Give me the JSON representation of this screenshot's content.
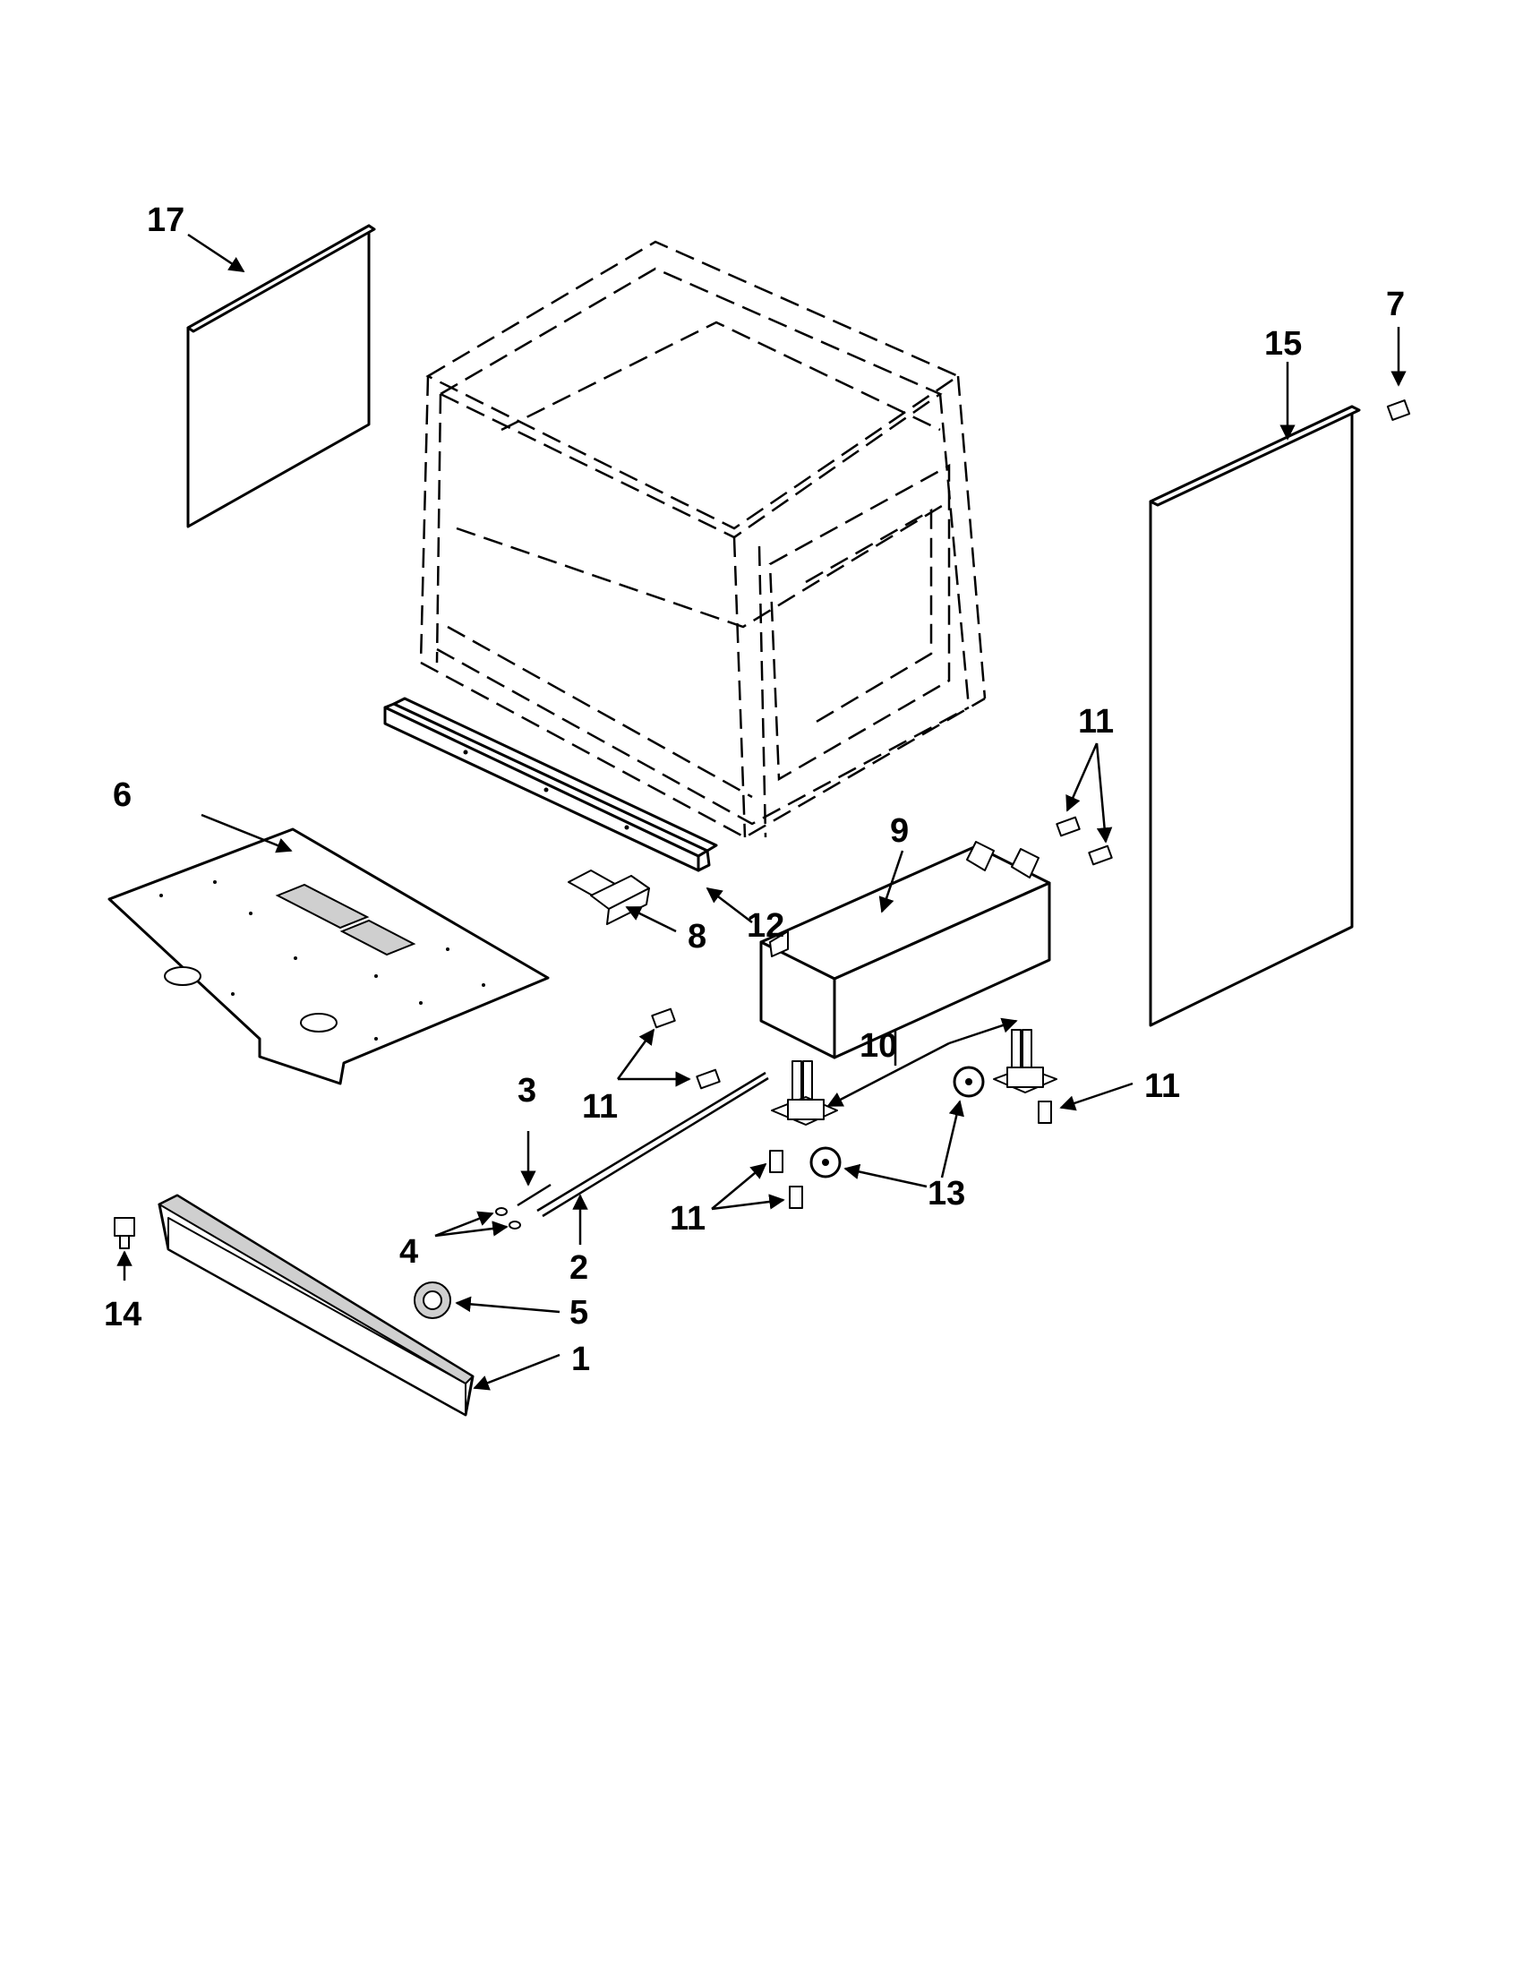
{
  "callouts": {
    "c1": "1",
    "c2": "2",
    "c3": "3",
    "c4": "4",
    "c5": "5",
    "c6": "6",
    "c7": "7",
    "c8": "8",
    "c9": "9",
    "c10": "10",
    "c11a": "11",
    "c11b": "11",
    "c11c": "11",
    "c11d": "11",
    "c12": "12",
    "c13": "13",
    "c14": "14",
    "c15": "15",
    "c17": "17"
  }
}
